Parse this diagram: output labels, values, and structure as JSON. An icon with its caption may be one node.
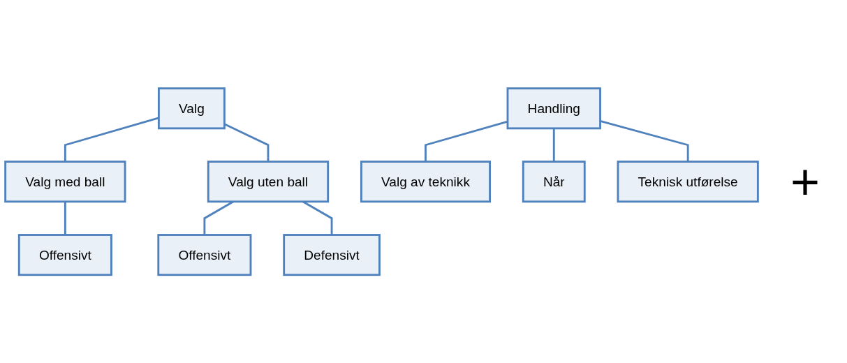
{
  "diagram": {
    "nodes": [
      {
        "text": [
          "Valg"
        ]
      },
      {
        "text": [
          "Valg med ball"
        ]
      },
      {
        "text": [
          "Valg uten ball"
        ]
      },
      {
        "text": [
          "Offensivt"
        ]
      },
      {
        "text": [
          "Offensivt"
        ]
      },
      {
        "text": [
          "Defensivt"
        ]
      },
      {
        "text": [
          "Handling"
        ]
      },
      {
        "text": [
          "Valg av teknikk"
        ]
      },
      {
        "text": [
          "Når"
        ]
      },
      {
        "text": [
          "Teknisk utførelse"
        ]
      }
    ],
    "edges": [
      {
        "from": 0,
        "to": 1,
        "arrow": "none"
      },
      {
        "from": 0,
        "to": 2,
        "arrow": "none"
      },
      {
        "from": 1,
        "to": 3,
        "arrow": "none"
      },
      {
        "from": 2,
        "to": 4,
        "arrow": "none"
      },
      {
        "from": 2,
        "to": 5,
        "arrow": "none"
      },
      {
        "from": 6,
        "to": 7,
        "arrow": "none"
      },
      {
        "from": 6,
        "to": 8,
        "arrow": "none"
      },
      {
        "from": 6,
        "to": 9,
        "arrow": "none"
      }
    ],
    "labels": [
      "+"
    ]
  }
}
